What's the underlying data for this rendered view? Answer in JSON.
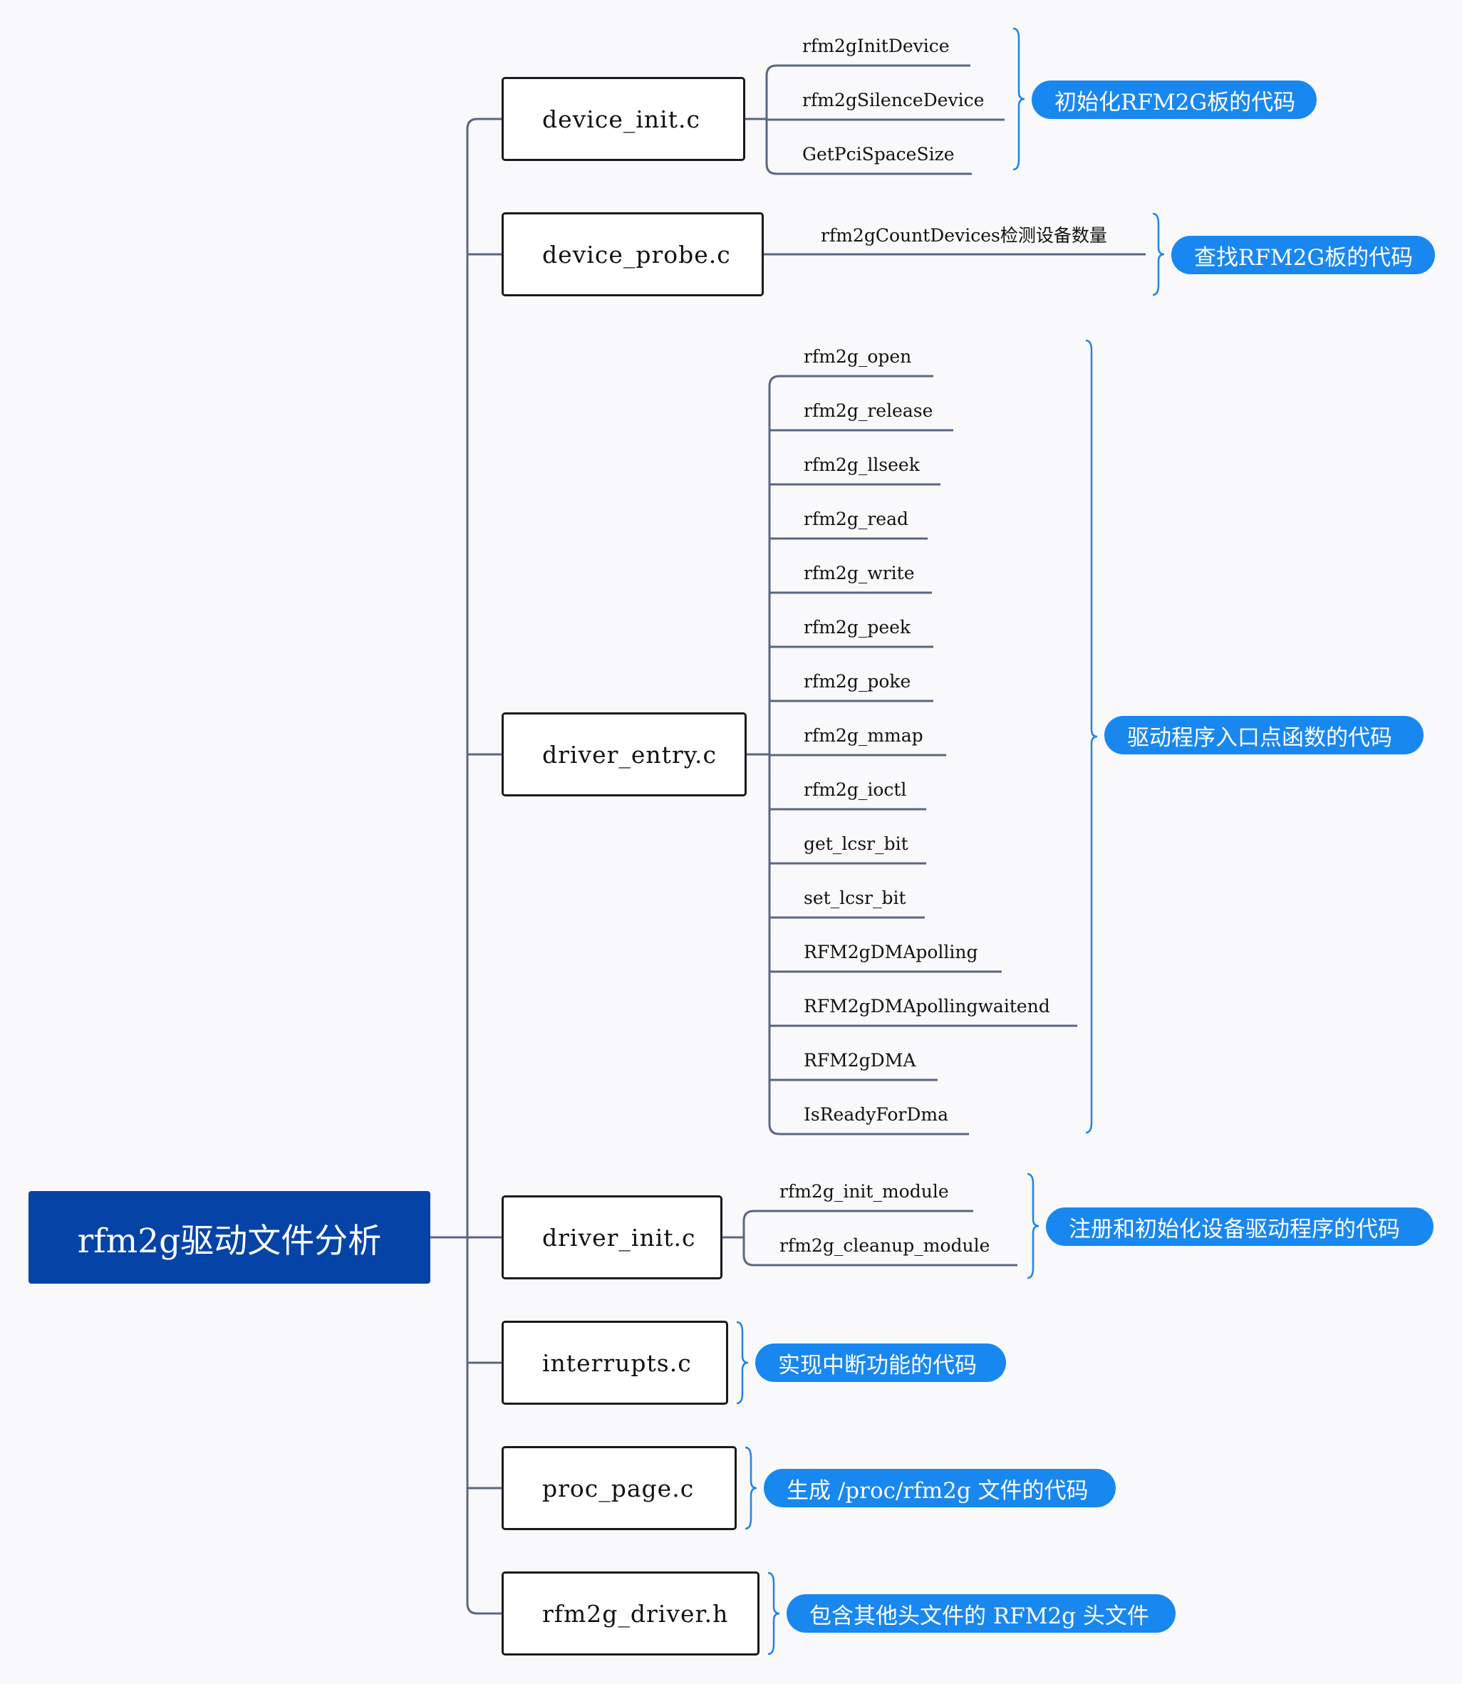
{
  "root": {
    "title": "rfm2g驱动文件分析"
  },
  "colors": {
    "connector": "#5a6680",
    "brace": "#1f83e8",
    "root_bg": "#0544a6",
    "note_bg": "#1987f0"
  },
  "files": [
    {
      "name": "device_init.c",
      "functions": [
        "rfm2gInitDevice",
        "rfm2gSilenceDevice",
        "GetPciSpaceSize"
      ],
      "note": "初始化RFM2G板的代码"
    },
    {
      "name": "device_probe.c",
      "functions": [
        "rfm2gCountDevices检测设备数量"
      ],
      "note": "查找RFM2G板的代码"
    },
    {
      "name": "driver_entry.c",
      "functions": [
        "rfm2g_open",
        "rfm2g_release",
        "rfm2g_llseek",
        "rfm2g_read",
        "rfm2g_write",
        "rfm2g_peek",
        "rfm2g_poke",
        "rfm2g_mmap",
        "rfm2g_ioctl",
        "get_lcsr_bit",
        "set_lcsr_bit",
        "RFM2gDMApolling",
        "RFM2gDMApollingwaitend",
        "RFM2gDMA",
        "IsReadyForDma"
      ],
      "note": "驱动程序入口点函数的代码"
    },
    {
      "name": "driver_init.c",
      "functions": [
        "rfm2g_init_module",
        "rfm2g_cleanup_module"
      ],
      "note": "注册和初始化设备驱动程序的代码"
    },
    {
      "name": "interrupts.c",
      "functions": [],
      "note": "实现中断功能的代码"
    },
    {
      "name": "proc_page.c",
      "functions": [],
      "note": "生成 /proc/rfm2g 文件的代码"
    },
    {
      "name": "rfm2g_driver.h",
      "functions": [],
      "note": "包含其他头文件的 RFM2g 头文件"
    }
  ]
}
